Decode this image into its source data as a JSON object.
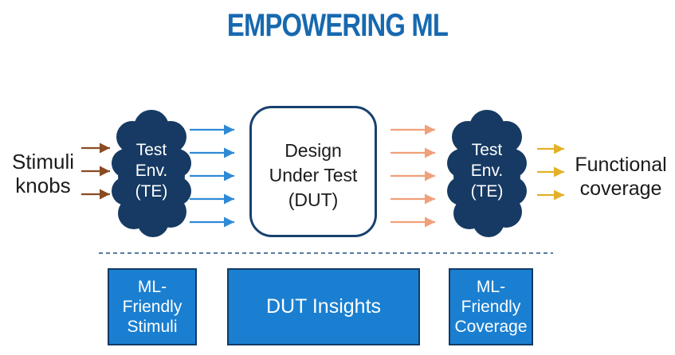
{
  "title": "EMPOWERING ML",
  "inputs_label": [
    "Stimuli",
    "knobs"
  ],
  "te_left": [
    "Test",
    "Env.",
    "(TE)"
  ],
  "dut": [
    "Design",
    "Under Test",
    "(DUT)"
  ],
  "te_right": [
    "Test",
    "Env.",
    "(TE)"
  ],
  "output_label": [
    "Functional",
    "coverage"
  ],
  "bottom_boxes": {
    "left": [
      "ML-",
      "Friendly",
      "Stimuli"
    ],
    "center": "DUT Insights",
    "right": [
      "ML-",
      "Friendly",
      "Coverage"
    ]
  },
  "colors": {
    "title": "#1769b0",
    "cloud": "#163a63",
    "dut_border": "#17416e",
    "arrow_in": "#8a4b22",
    "arrow_mid": "#2f8ad6",
    "arrow_out": "#f0a07a",
    "arrow_final": "#e2b128",
    "box_fill": "#1a7fd1",
    "divider": "#1f4f80"
  }
}
